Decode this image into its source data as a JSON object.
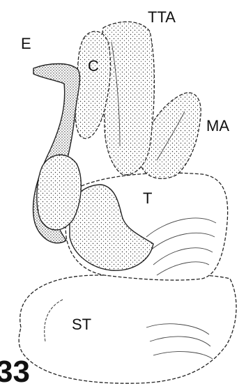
{
  "figure": {
    "number": "33",
    "labels": {
      "e": "E",
      "c": "C",
      "tta": "TTA",
      "ma": "MA",
      "t": "T",
      "st": "ST"
    }
  }
}
